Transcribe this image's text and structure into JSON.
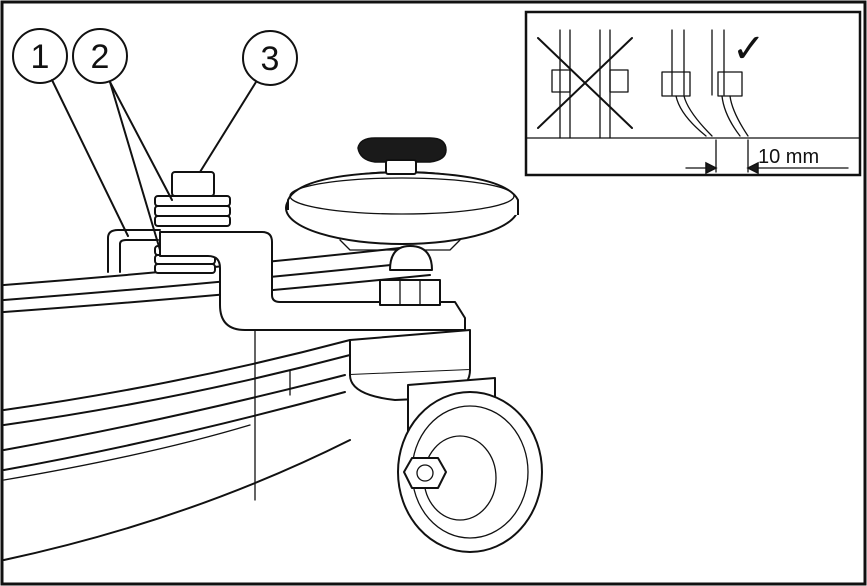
{
  "callouts": [
    {
      "number": "1"
    },
    {
      "number": "2"
    },
    {
      "number": "3"
    }
  ],
  "inset": {
    "dimension_label": "10 mm",
    "check_mark": "✓"
  },
  "colors": {
    "line": "#111111",
    "background": "#ffffff"
  }
}
